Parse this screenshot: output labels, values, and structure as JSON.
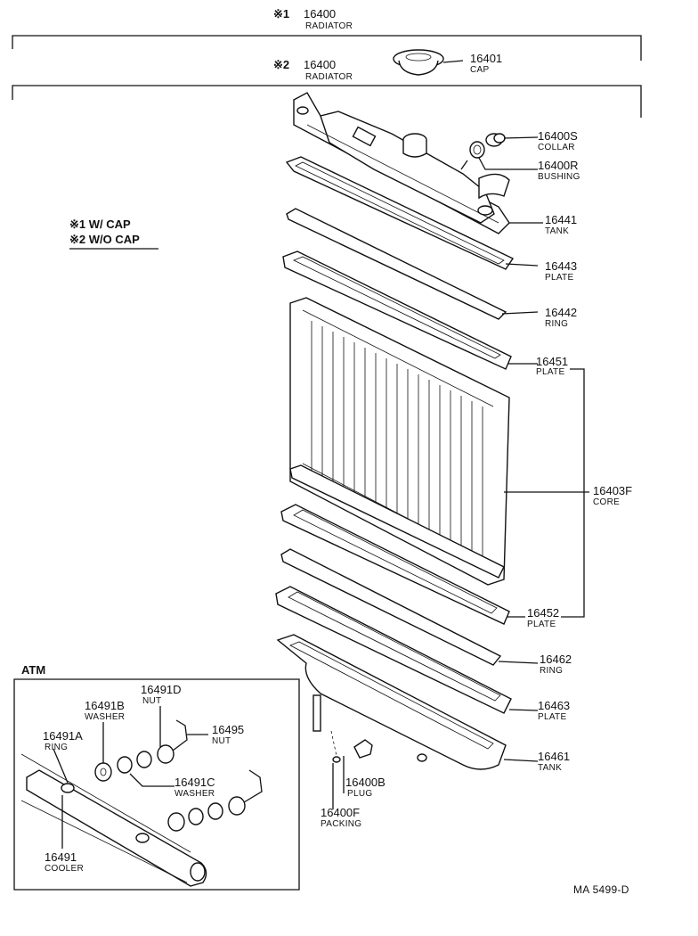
{
  "header": {
    "variant1_marker": "※1",
    "variant1_number": "16400",
    "variant1_name": "RADIATOR",
    "variant2_marker": "※2",
    "variant2_number": "16400",
    "variant2_name": "RADIATOR"
  },
  "legend": {
    "line1": "※1 W/ CAP",
    "line2": "※2 W/O CAP"
  },
  "parts": [
    {
      "key": "cap",
      "number": "16401",
      "name": "CAP"
    },
    {
      "key": "collar",
      "number": "16400S",
      "name": "COLLAR"
    },
    {
      "key": "bushing",
      "number": "16400R",
      "name": "BUSHING"
    },
    {
      "key": "tank_upper",
      "number": "16441",
      "name": "TANK"
    },
    {
      "key": "plate_upper",
      "number": "16443",
      "name": "PLATE"
    },
    {
      "key": "ring_upper",
      "number": "16442",
      "name": "RING"
    },
    {
      "key": "plate_core_top",
      "number": "16451",
      "name": "PLATE"
    },
    {
      "key": "core",
      "number": "16403F",
      "name": "CORE"
    },
    {
      "key": "plate_core_bottom",
      "number": "16452",
      "name": "PLATE"
    },
    {
      "key": "ring_lower",
      "number": "16462",
      "name": "RING"
    },
    {
      "key": "plate_lower",
      "number": "16463",
      "name": "PLATE"
    },
    {
      "key": "tank_lower",
      "number": "16461",
      "name": "TANK"
    },
    {
      "key": "plug",
      "number": "16400B",
      "name": "PLUG"
    },
    {
      "key": "packing",
      "number": "16400F",
      "name": "PACKING"
    }
  ],
  "atm": {
    "title": "ATM",
    "parts": [
      {
        "key": "nut_d",
        "number": "16491D",
        "name": "NUT"
      },
      {
        "key": "washer_b",
        "number": "16491B",
        "name": "WASHER"
      },
      {
        "key": "nut_95",
        "number": "16495",
        "name": "NUT"
      },
      {
        "key": "ring_a",
        "number": "16491A",
        "name": "RING"
      },
      {
        "key": "washer_c",
        "number": "16491C",
        "name": "WASHER"
      },
      {
        "key": "cooler",
        "number": "16491",
        "name": "COOLER"
      }
    ]
  },
  "footer": {
    "code": "MA  5499-D"
  }
}
